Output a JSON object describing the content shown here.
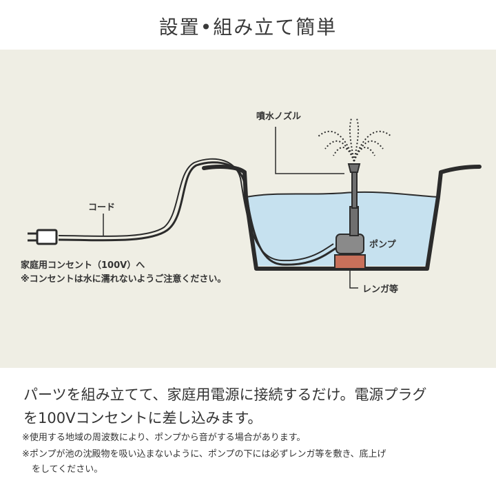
{
  "title": "設置•組み立て簡単",
  "labels": {
    "nozzle": "噴水ノズル",
    "cord": "コード",
    "pump": "ポンプ",
    "brick": "レンガ等",
    "outlet_line1": "家庭用コンセント（100V）へ",
    "outlet_line2": "※コンセントは水に濡れないようご注意ください。"
  },
  "description": {
    "line1": "パーツを組み立てて、家庭用電源に接続するだけ。電源プラグ",
    "line2": "を100Vコンセントに差し込みます。"
  },
  "notes": {
    "note1": "※使用する地域の周波数により、ポンプから音がする場合があります。",
    "note2_line1": "※ポンプが池の沈殿物を吸い込まないように、ポンプの下には必ずレンガ等を敷き、底上げ",
    "note2_line2": "をしてください。"
  },
  "colors": {
    "panel_bg": "#efeee4",
    "water": "#c6e1ef",
    "outline": "#2b2b2b",
    "pump_body": "#8a8a8a",
    "brick": "#c8705a"
  }
}
